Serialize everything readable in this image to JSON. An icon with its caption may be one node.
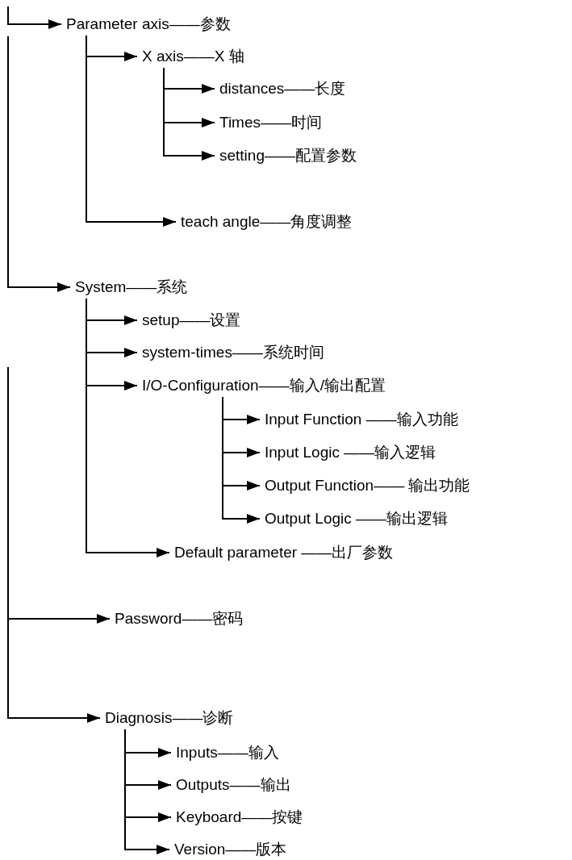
{
  "diagram": {
    "nodes": [
      {
        "text": [
          "Parameter axis——参数"
        ]
      },
      {
        "text": [
          "X axis——X 轴"
        ]
      },
      {
        "text": [
          "distances——长度"
        ]
      },
      {
        "text": [
          "Times——时间"
        ]
      },
      {
        "text": [
          "setting——配置参数"
        ]
      },
      {
        "text": [
          "teach angle——角度调整"
        ]
      },
      {
        "text": [
          "System——系统"
        ]
      },
      {
        "text": [
          "setup——设置"
        ]
      },
      {
        "text": [
          "system-times——系统时间"
        ]
      },
      {
        "text": [
          "I/O-Configuration——输入/输出配置"
        ]
      },
      {
        "text": [
          "Input Function ——输入功能"
        ]
      },
      {
        "text": [
          "Input Logic ——输入逻辑"
        ]
      },
      {
        "text": [
          "Output Function—— 输出功能"
        ]
      },
      {
        "text": [
          "Output Logic ——输出逻辑"
        ]
      },
      {
        "text": [
          "Default parameter ——出厂参数"
        ]
      },
      {
        "text": [
          "Password——密码"
        ]
      },
      {
        "text": [
          "Diagnosis——诊断"
        ]
      },
      {
        "text": [
          "Inputs——输入"
        ]
      },
      {
        "text": [
          "Outputs——输出"
        ]
      },
      {
        "text": [
          "Keyboard——按键"
        ]
      },
      {
        "text": [
          "Version——版本"
        ]
      }
    ],
    "edges": [
      {
        "from": null,
        "to": 0,
        "arrow": "to"
      },
      {
        "from": 0,
        "to": 1,
        "arrow": "to"
      },
      {
        "from": 1,
        "to": 2,
        "arrow": "to"
      },
      {
        "from": 1,
        "to": 3,
        "arrow": "to"
      },
      {
        "from": 1,
        "to": 4,
        "arrow": "to"
      },
      {
        "from": 0,
        "to": 5,
        "arrow": "to"
      },
      {
        "from": null,
        "to": 6,
        "arrow": "to"
      },
      {
        "from": 6,
        "to": 7,
        "arrow": "to"
      },
      {
        "from": 6,
        "to": 8,
        "arrow": "to"
      },
      {
        "from": 6,
        "to": 9,
        "arrow": "to"
      },
      {
        "from": 9,
        "to": 10,
        "arrow": "to"
      },
      {
        "from": 9,
        "to": 11,
        "arrow": "to"
      },
      {
        "from": 9,
        "to": 12,
        "arrow": "to"
      },
      {
        "from": 9,
        "to": 13,
        "arrow": "to"
      },
      {
        "from": 6,
        "to": 14,
        "arrow": "to"
      },
      {
        "from": null,
        "to": 15,
        "arrow": "to"
      },
      {
        "from": null,
        "to": 16,
        "arrow": "to"
      },
      {
        "from": 16,
        "to": 17,
        "arrow": "to"
      },
      {
        "from": 16,
        "to": 18,
        "arrow": "to"
      },
      {
        "from": 16,
        "to": 19,
        "arrow": "to"
      },
      {
        "from": 16,
        "to": 20,
        "arrow": "to"
      }
    ]
  }
}
